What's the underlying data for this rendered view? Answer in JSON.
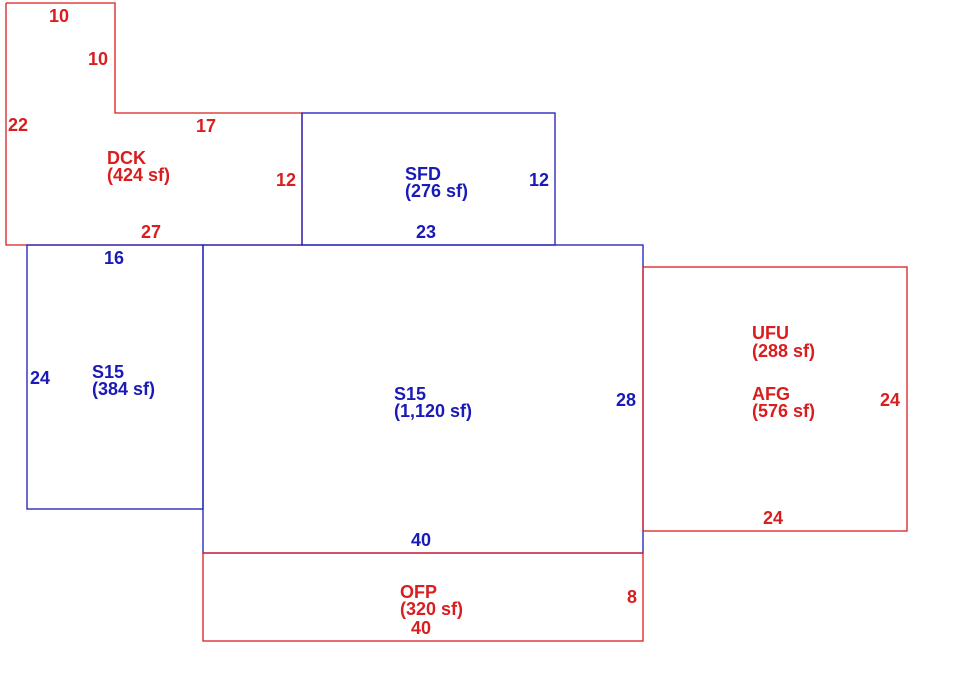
{
  "colors": {
    "red": "#d81e1e",
    "blue": "#1a1ab8"
  },
  "areas": {
    "dck": {
      "code": "DCK",
      "area": "(424 sf)"
    },
    "sfd": {
      "code": "SFD",
      "area": "(276 sf)"
    },
    "s15_left": {
      "code": "S15",
      "area": "(384 sf)"
    },
    "s15_main": {
      "code": "S15",
      "area": "(1,120 sf)"
    },
    "ufu": {
      "code": "UFU",
      "area": "(288 sf)"
    },
    "afg": {
      "code": "AFG",
      "area": "(576 sf)"
    },
    "ofp": {
      "code": "OFP",
      "area": "(320 sf)"
    }
  },
  "dimensions": {
    "dck_top": "10",
    "dck_inner_vertical": "10",
    "dck_left": "22",
    "dck_inner_top": "17",
    "dck_right": "12",
    "dck_bottom": "27",
    "sfd_right": "12",
    "sfd_bottom": "23",
    "s15_left_top": "16",
    "s15_left_side": "24",
    "s15_main_right": "28",
    "s15_main_bottom": "40",
    "afg_right": "24",
    "afg_bottom": "24",
    "ofp_right": "8",
    "ofp_bottom": "40"
  }
}
